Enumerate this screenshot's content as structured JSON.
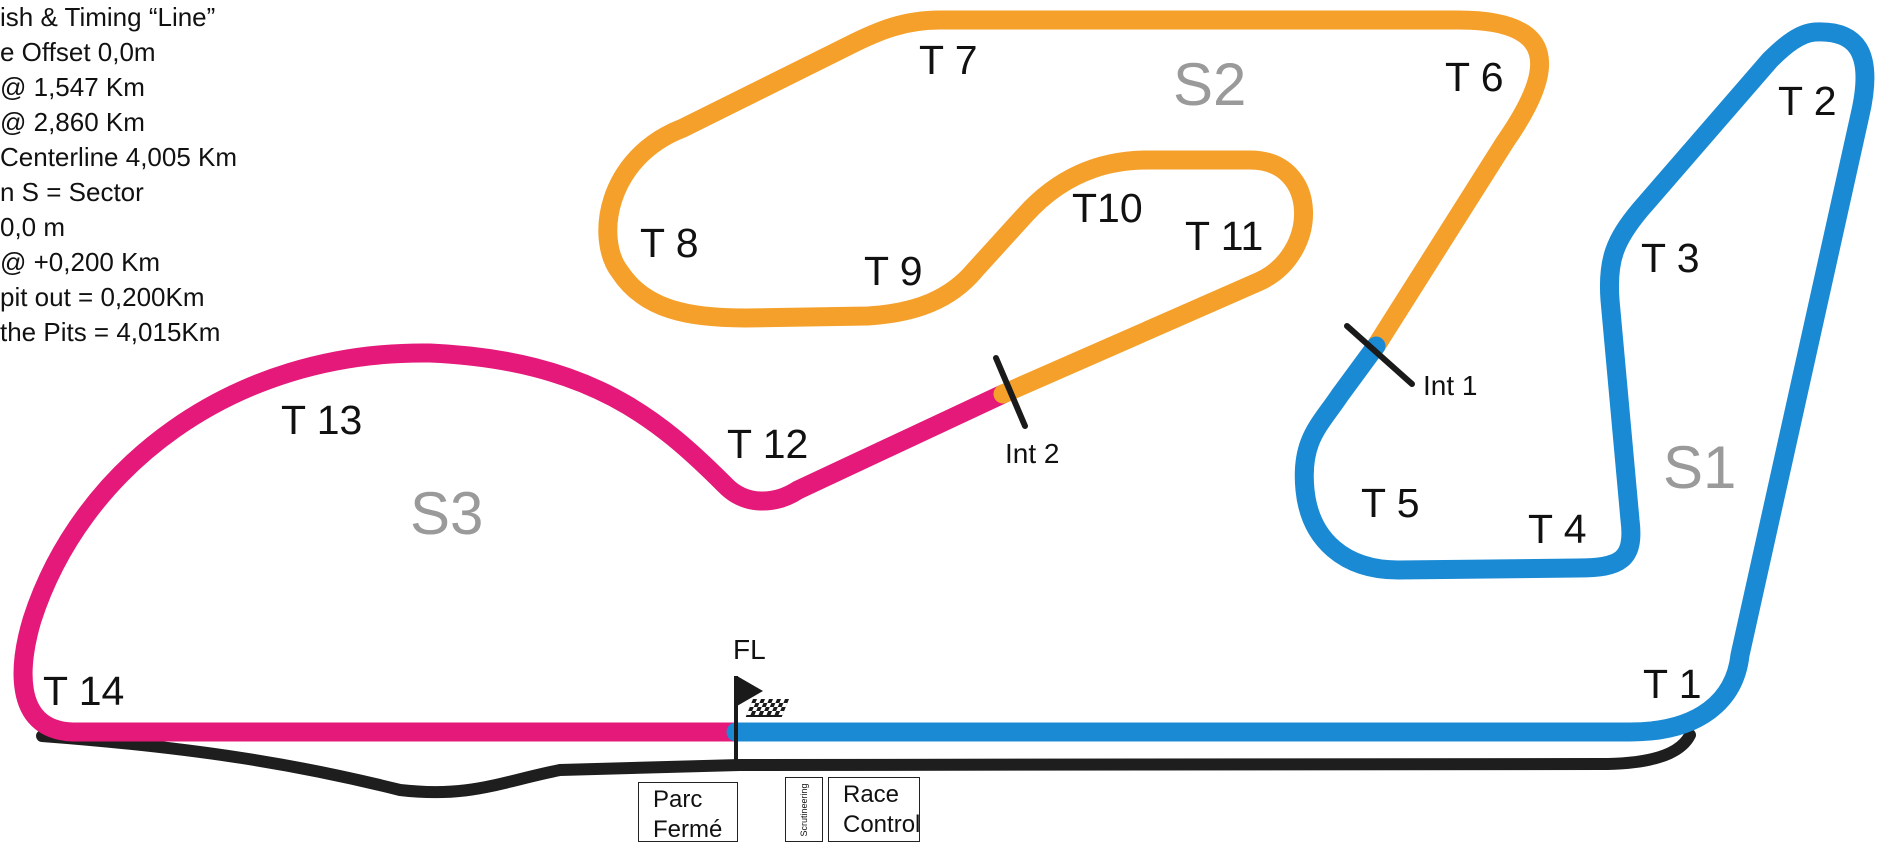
{
  "info_lines": [
    "ish & Timing “Line”",
    "e Offset  0,0m",
    "@ 1,547 Km",
    "@ 2,860 Km",
    "Centerline 4,005 Km",
    "n   S = Sector",
    " 0,0 m",
    "@ +0,200 Km",
    "pit out = 0,200Km",
    " the Pits = 4,015Km"
  ],
  "colors": {
    "sector1": "#1a8ad4",
    "sector2": "#f5a02a",
    "sector3": "#e4197a",
    "pit_lane": "#1e1e1e",
    "sector_label": "#9a9a9a"
  },
  "sectors": {
    "s1": "S1",
    "s2": "S2",
    "s3": "S3"
  },
  "turns": {
    "t1": "T 1",
    "t2": "T 2",
    "t3": "T 3",
    "t4": "T 4",
    "t5": "T 5",
    "t6": "T 6",
    "t7": "T 7",
    "t8": "T 8",
    "t9": "T 9",
    "t10": "T10",
    "t11": "T 11",
    "t12": "T 12",
    "t13": "T 13",
    "t14": "T 14"
  },
  "markers": {
    "int1": "Int 1",
    "int2": "Int 2",
    "finish_line": "FL"
  },
  "facilities": {
    "parc_ferme_line1": "Parc",
    "parc_ferme_line2": "Fermé",
    "scrutineering": "Scrutineering",
    "race_control_line1": "Race",
    "race_control_line2": "Control"
  },
  "icons": {
    "flag": "checkered-flag-icon"
  }
}
